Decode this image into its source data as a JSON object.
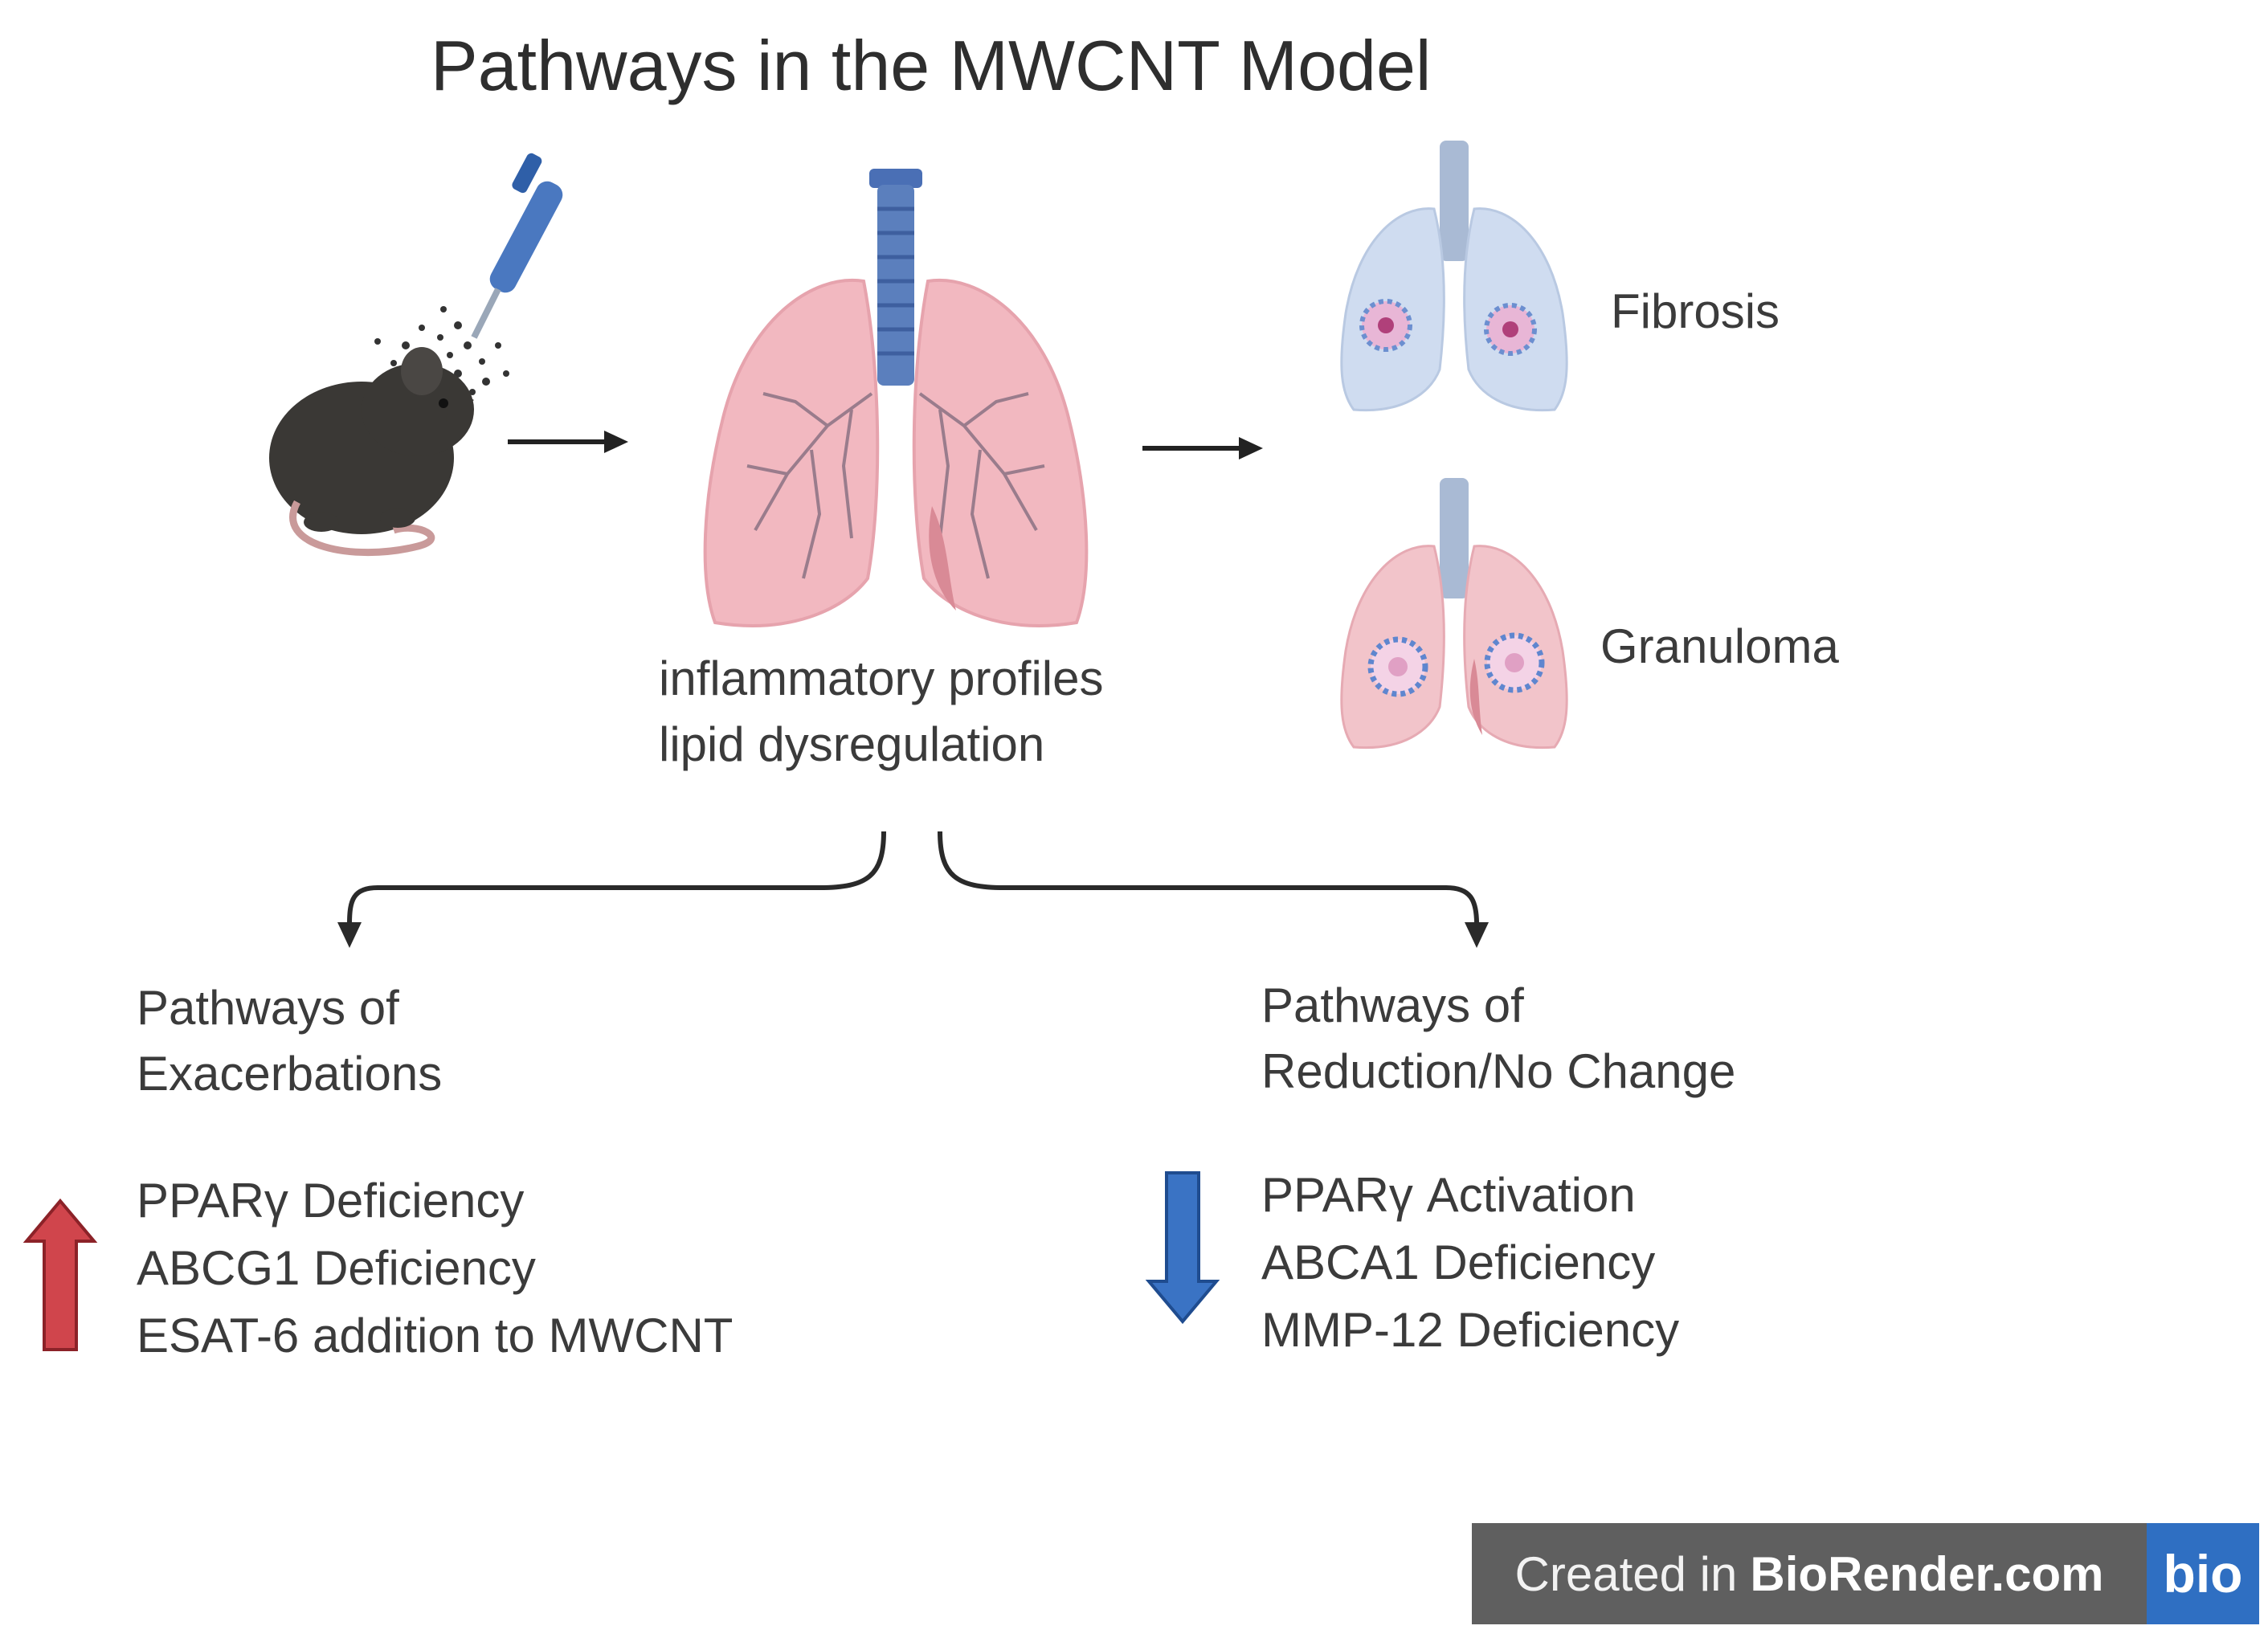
{
  "title": "Pathways in the MWCNT Model",
  "center_labels": [
    "inflammatory profiles",
    "lipid dysregulation"
  ],
  "outcomes": {
    "fibrosis": "Fibrosis",
    "granuloma": "Granuloma"
  },
  "left_branch": {
    "heading": [
      "Pathways of",
      "Exacerbations"
    ],
    "items": [
      "PPARγ Deficiency",
      "ABCG1 Deficiency",
      "ESAT-6 addition to MWCNT"
    ],
    "arrow_color": "#d0454c"
  },
  "right_branch": {
    "heading": [
      "Pathways of",
      "Reduction/No Change"
    ],
    "items": [
      "PPARγ Activation",
      "ABCA1 Deficiency",
      "MMP-12 Deficiency"
    ],
    "arrow_color": "#3a73c4"
  },
  "badge": {
    "prefix": "Created in",
    "brand": "BioRender.com",
    "logo": "bio"
  },
  "colors": {
    "lung_pink": "#f2b8c0",
    "lung_blue": "#cfdcf0",
    "trachea": "#5b7fbd",
    "mouse": "#3a3835"
  }
}
